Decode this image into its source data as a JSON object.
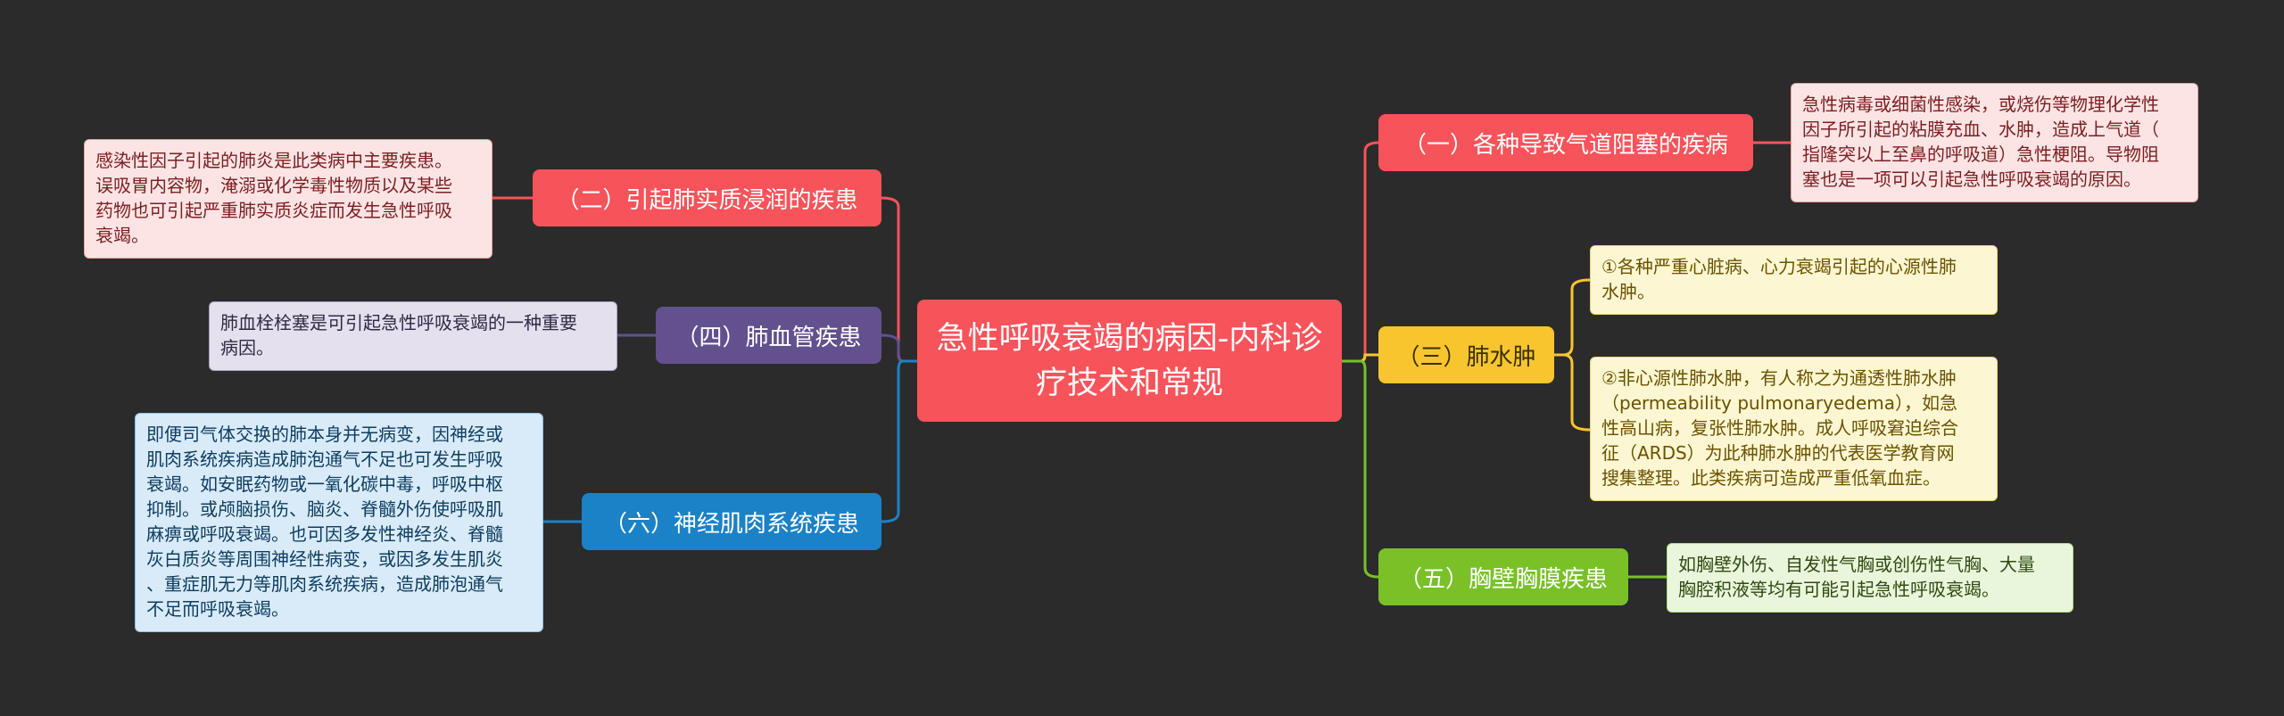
{
  "center": {
    "title": "急性呼吸衰竭的病因-内科诊疗技术和常规"
  },
  "colors": {
    "background": "#2b2b2b",
    "red": "#f7535a",
    "yellow": "#f8c52f",
    "green": "#79c127",
    "purple": "#63508e",
    "blue": "#1b82c8"
  },
  "branches": {
    "b1": {
      "label": "（一）各种导致气道阻塞的疾病",
      "leaves": [
        {
          "lines": [
            "急性病毒或细菌性感染，或烧伤等物理化学性",
            "因子所引起的粘膜充血、水肿，造成上气道（",
            "指隆突以上至鼻的呼吸道）急性梗阻。导物阻",
            "塞也是一项可以引起急性呼吸衰竭的原因。"
          ]
        }
      ]
    },
    "b2": {
      "label": "（二）引起肺实质浸润的疾患",
      "leaves": [
        {
          "lines": [
            "感染性因子引起的肺炎是此类病中主要疾患。",
            "误吸胃内容物，淹溺或化学毒性物质以及某些",
            "药物也可引起严重肺实质炎症而发生急性呼吸",
            "衰竭。"
          ]
        }
      ]
    },
    "b3": {
      "label": "（三）肺水肿",
      "leaves": [
        {
          "lines": [
            "①各种严重心脏病、心力衰竭引起的心源性肺",
            "水肿。"
          ]
        },
        {
          "lines": [
            "②非心源性肺水肿，有人称之为通透性肺水肿",
            "（permeability pulmonaryedema），如急",
            "性高山病，复张性肺水肿。成人呼吸窘迫综合",
            "征（ARDS）为此种肺水肿的代表医学教育网",
            "搜集整理。此类疾病可造成严重低氧血症。"
          ]
        }
      ]
    },
    "b4": {
      "label": "（四）肺血管疾患",
      "leaves": [
        {
          "lines": [
            "肺血栓栓塞是可引起急性呼吸衰竭的一种重要",
            "病因。"
          ]
        }
      ]
    },
    "b5": {
      "label": "（五）胸壁胸膜疾患",
      "leaves": [
        {
          "lines": [
            "如胸壁外伤、自发性气胸或创伤性气胸、大量",
            "胸腔积液等均有可能引起急性呼吸衰竭。"
          ]
        }
      ]
    },
    "b6": {
      "label": "（六）神经肌肉系统疾患",
      "leaves": [
        {
          "lines": [
            "即便司气体交换的肺本身并无病变，因神经或",
            "肌肉系统疾病造成肺泡通气不足也可发生呼吸",
            "衰竭。如安眠药物或一氧化碳中毒，呼吸中枢",
            "抑制。或颅脑损伤、脑炎、脊髓外伤使呼吸肌",
            "麻痹或呼吸衰竭。也可因多发性神经炎、脊髓",
            "灰白质炎等周围神经性病变，或因多发生肌炎",
            "、重症肌无力等肌肉系统疾病，造成肺泡通气",
            "不足而呼吸衰竭。"
          ]
        }
      ]
    }
  }
}
